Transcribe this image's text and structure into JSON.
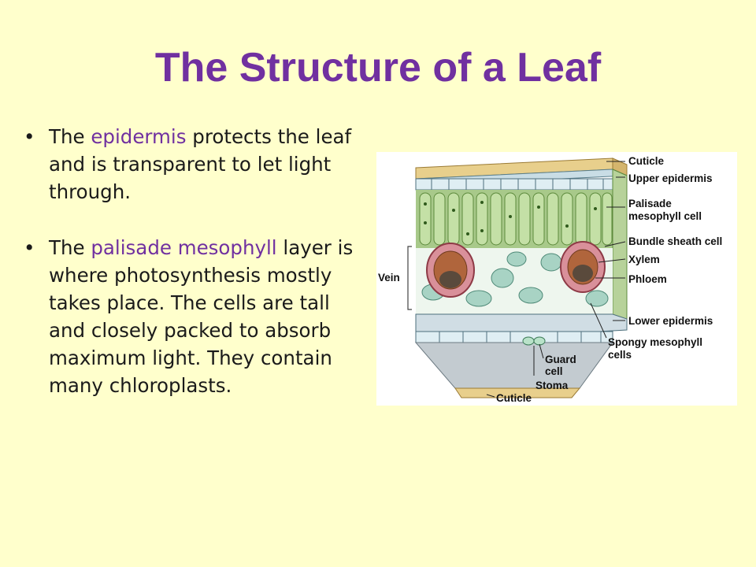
{
  "slide": {
    "title": "The Structure of a Leaf",
    "bullets": [
      {
        "pre": "The ",
        "highlight": "epidermis",
        "post": " protects the leaf and is transparent to let light through."
      },
      {
        "pre": "The ",
        "highlight": "palisade mesophyll",
        "post": " layer is where photosynthesis mostly takes place. The cells are tall and closely packed to absorb maximum light. They contain many chloroplasts."
      }
    ],
    "highlight_color": "#7030a0",
    "background_color": "#ffffcc"
  },
  "diagram": {
    "labels": {
      "cuticle_top": "Cuticle",
      "upper_epidermis": "Upper epidermis",
      "palisade_line1": "Palisade",
      "palisade_line2": "mesophyll cell",
      "bundle_sheath": "Bundle sheath cell",
      "xylem": "Xylem",
      "phloem": "Phloem",
      "vein": "Vein",
      "lower_epidermis": "Lower epidermis",
      "spongy_line1": "Spongy mesophyll",
      "spongy_line2": "cells",
      "guard_line1": "Guard",
      "guard_line2": "cell",
      "stoma": "Stoma",
      "cuticle_bottom": "Cuticle"
    }
  }
}
